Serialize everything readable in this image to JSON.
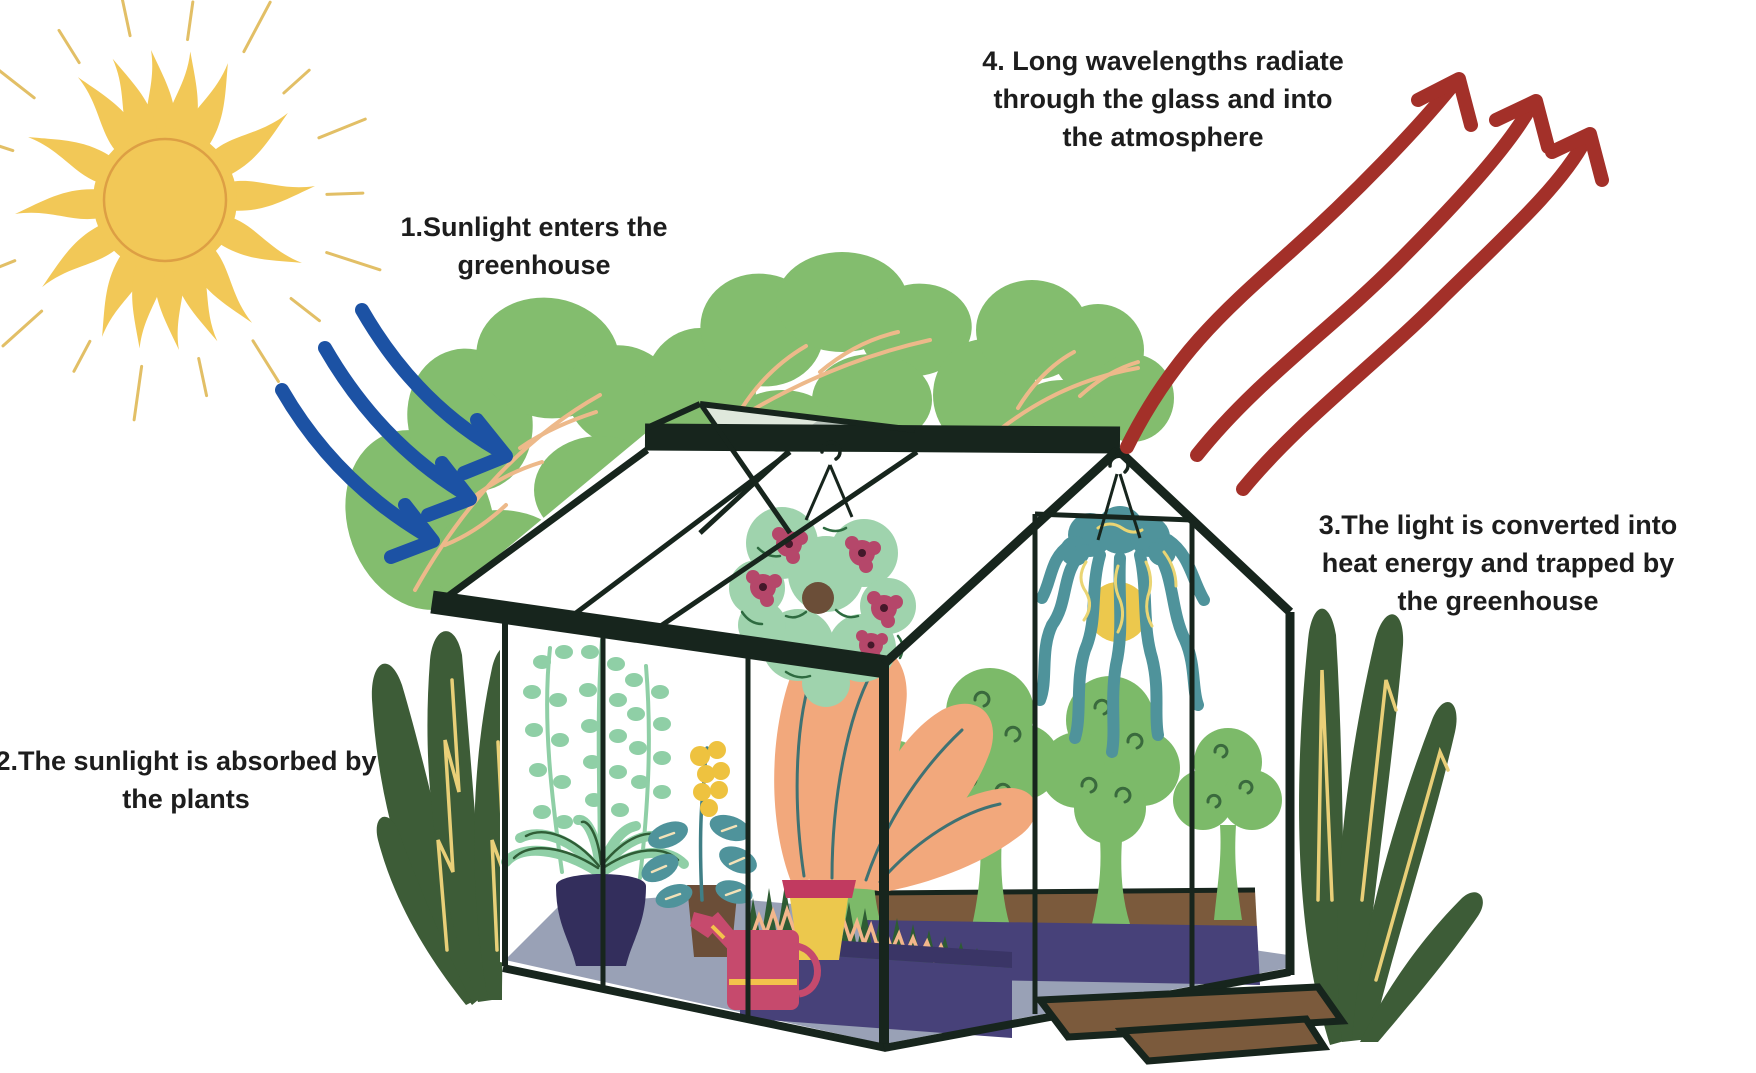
{
  "annotations": {
    "step1": "1.Sunlight enters the\ngreenhouse",
    "step2": "2.The sunlight is absorbed by\nthe plants",
    "step3": "3.The light is converted into\nheat energy and trapped by\nthe greenhouse",
    "step4": "4. Long wavelengths radiate\nthrough the glass and into\nthe atmosphere"
  },
  "colors": {
    "background": "#ffffff",
    "text": "#1d1d1d",
    "sun_yellow": "#f2c857",
    "sun_ring_orange": "#dd9f44",
    "sun_dash_gold": "#e2bf66",
    "sunlight_arrow_blue": "#1c52a4",
    "heat_arrow_red": "#a33029",
    "frame_dark_green": "#17251d",
    "leaf_green": "#83bd6e",
    "leaf_vein_peach": "#edb98a",
    "dark_leaf_green": "#3d5c37",
    "dark_leaf_vein_yellow": "#e9cf78",
    "mint_green": "#8fcfa6",
    "basket_mint": "#9fd3ad",
    "teal_plant": "#4f939b",
    "peach_plant": "#f2a87c",
    "peach_vein_teal": "#3f7273",
    "tree_green": "#7cba69",
    "tree_curl_green": "#3a6a3d",
    "floor_gray": "#99a1b6",
    "planter_purple": "#474179",
    "planter_rim_navy": "#3a3566",
    "soil_brown": "#7b5a3c",
    "pot_yellow": "#ecc84d",
    "pot_rim_pink": "#c13a60",
    "flower_pink": "#b5476a",
    "watering_can_pink": "#c64a6d",
    "can_stripe_yellow": "#f3c24c",
    "vase_navy": "#332e5c",
    "pot_brown": "#6b4e38",
    "skylight_gray": "#b9c4bc",
    "skylight_light": "#dfe8dc",
    "grass_dark_green": "#2e5c33",
    "grass_squiggle_peach": "#f3b68b"
  }
}
